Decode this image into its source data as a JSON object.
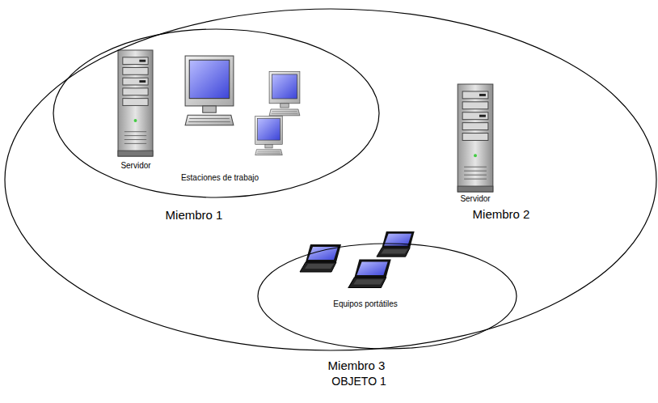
{
  "diagram": {
    "nodes": [
      {
        "text": [
          "OBJETO 1"
        ]
      },
      {
        "text": [
          "Servidor",
          "Estaciones de trabajo",
          "Miembro 1"
        ],
        "in": 0
      },
      {
        "text": [
          "Servidor",
          "Miembro 2"
        ],
        "in": 0
      },
      {
        "text": [
          "Equipos portátiles",
          "Miembro 3"
        ],
        "in": 0
      }
    ]
  }
}
